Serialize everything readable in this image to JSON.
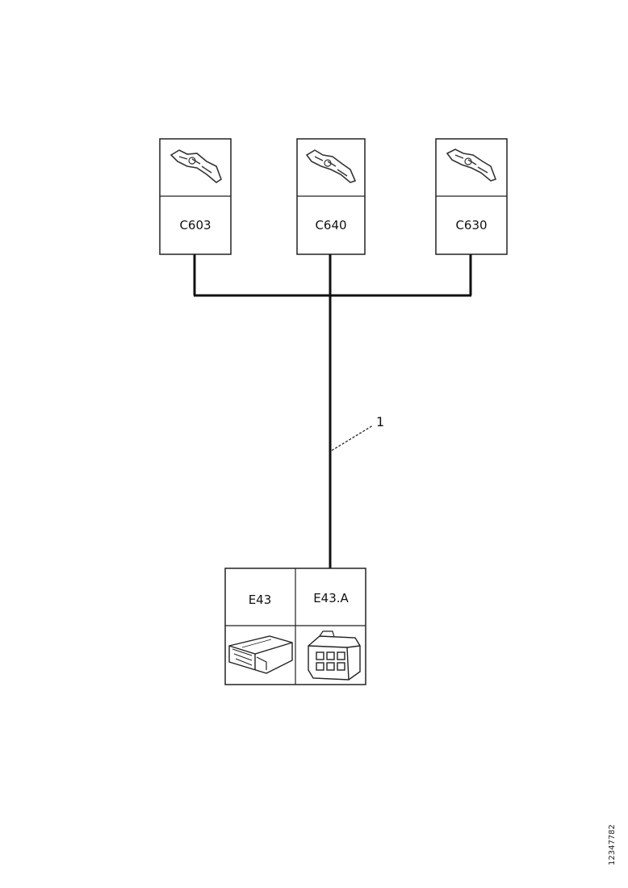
{
  "connectors": {
    "c603": {
      "label": "C603",
      "icon": "terminal-icon"
    },
    "c640": {
      "label": "C640",
      "icon": "terminal-icon"
    },
    "c630": {
      "label": "C630",
      "icon": "terminal-icon"
    }
  },
  "unit": {
    "component_label": "E43",
    "connector_label": "E43.A",
    "component_icon": "control-unit-icon",
    "connector_icon": "connector-plug-icon"
  },
  "harness": {
    "callout_number": "1"
  },
  "figure_id": "12347782"
}
